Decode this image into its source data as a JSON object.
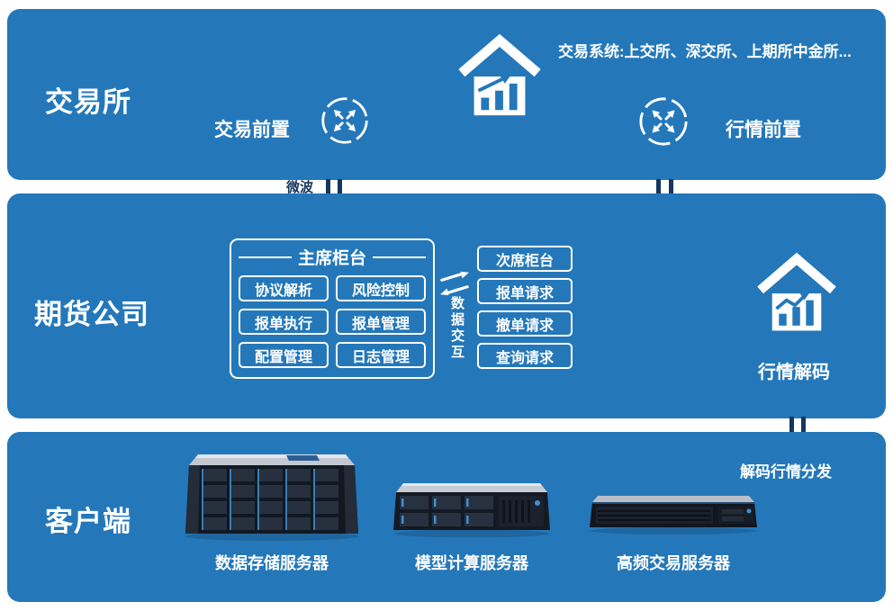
{
  "colors": {
    "band_blue": "#2478ba",
    "connector_navy": "#15375f",
    "text_white": "#ffffff",
    "led_blue": "#3f8fd2"
  },
  "bands": {
    "exchange": {
      "title": "交易所",
      "trade_front_label": "交易前置",
      "quote_front_label": "行情前置",
      "systems_note": "交易系统:上交所、深交所、上期所中金所..."
    },
    "futures": {
      "title": "期货公司",
      "main_counter": {
        "title": "主席柜台",
        "modules": [
          "协议解析",
          "风险控制",
          "报单执行",
          "报单管理",
          "配置管理",
          "日志管理"
        ]
      },
      "data_exchange_label": "数据交互",
      "secondary_counter": {
        "title": "次席柜台",
        "requests": [
          "报单请求",
          "撤单请求",
          "查询请求"
        ]
      },
      "quote_decode_label": "行情解码"
    },
    "client": {
      "title": "客户端",
      "server_labels": [
        "数据存储服务器",
        "模型计算服务器",
        "高频交易服务器"
      ],
      "distribute_label": "解码行情分发"
    }
  },
  "connectors": {
    "link_label": "微波"
  }
}
